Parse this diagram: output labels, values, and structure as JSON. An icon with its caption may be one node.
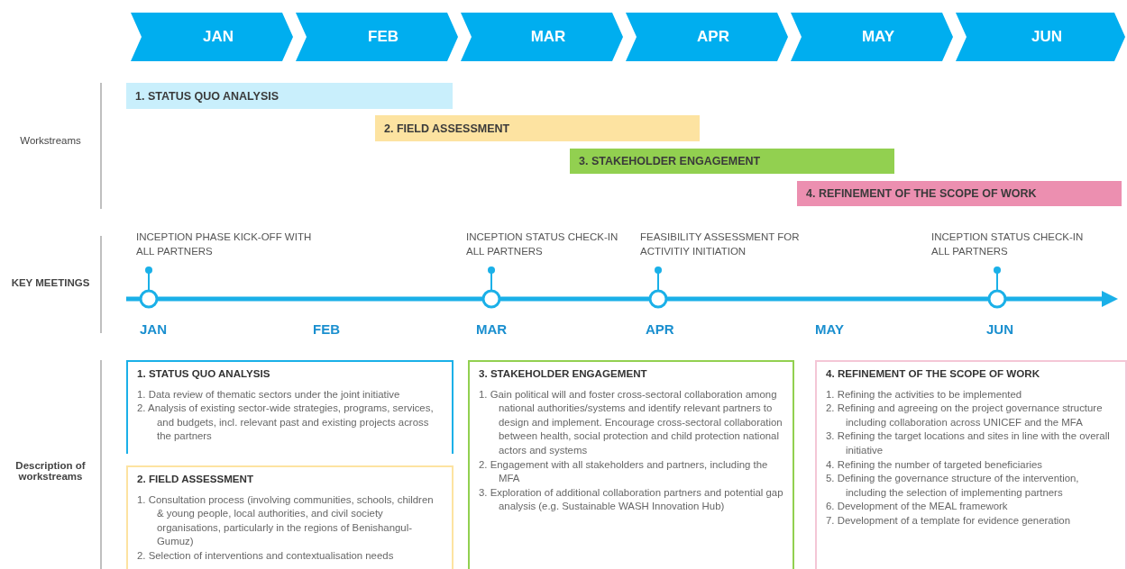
{
  "diagram": {
    "nodes": [
      {
        "text": [
          "JAN"
        ]
      },
      {
        "text": [
          "FEB"
        ]
      },
      {
        "text": [
          "MAR"
        ]
      },
      {
        "text": [
          "APR"
        ]
      },
      {
        "text": [
          "MAY"
        ]
      },
      {
        "text": [
          "JUN"
        ]
      },
      {
        "text": [
          "1. STATUS QUO ANALYSIS"
        ]
      },
      {
        "text": [
          "2. FIELD ASSESSMENT"
        ]
      },
      {
        "text": [
          "3. STAKEHOLDER ENGAGEMENT"
        ]
      },
      {
        "text": [
          "4. REFINEMENT OF THE SCOPE OF WORK"
        ]
      },
      {
        "text": [
          "1. STATUS QUO ANALYSIS",
          "1. Data review of thematic sectors under the joint initiative",
          "2. Analysis of existing sector-wide strategies, programs, services, and budgets, incl. relevant past and existing projects across the partners"
        ]
      },
      {
        "text": [
          "2. FIELD ASSESSMENT",
          "1. Consultation process (involving communities, schools, children & young people, local authorities, and civil society organisations, particularly in the regions of Benishangul-Gumuz)",
          "2. Selection of interventions and contextualisation needs"
        ]
      },
      {
        "text": [
          "3. STAKEHOLDER ENGAGEMENT",
          "1. Gain political will and foster cross-sectoral collaboration among national authorities/systems and identify relevant partners to design and implement. Encourage cross-sectoral collaboration between health, social protection and child protection national actors and systems",
          "2. Engagement with all stakeholders and partners, including the MFA",
          "3. Exploration of additional collaboration partners and potential gap analysis (e.g. Sustainable WASH Innovation Hub)"
        ]
      },
      {
        "text": [
          "4. REFINEMENT OF THE SCOPE OF WORK",
          "1. Refining the activities to be implemented",
          "2. Refining and agreeing on the project governance structure including collaboration across UNICEF and the MFA",
          "3. Refining the target locations and sites in line with the overall initiative",
          "4. Refining the number of targeted beneficiaries",
          "5. Defining the governance structure of the intervention, including the selection of implementing partners",
          "6. Development of the MEAL framework",
          "7. Development of a template for evidence generation"
        ]
      }
    ],
    "edges": [],
    "labels": [
      "Workstreams",
      "INCEPTION PHASE KICK-OFF WITH ALL PARTNERS",
      "INCEPTION STATUS CHECK-IN ALL PARTNERS",
      "FEASIBILITY ASSESSMENT FOR ACTIVITIY INITIATION",
      "INCEPTION STATUS CHECK-IN ALL PARTNERS",
      "KEY MEETINGS",
      "JAN",
      "FEB",
      "MAR",
      "APR",
      "MAY",
      "JUN",
      "Description of workstreams"
    ]
  }
}
